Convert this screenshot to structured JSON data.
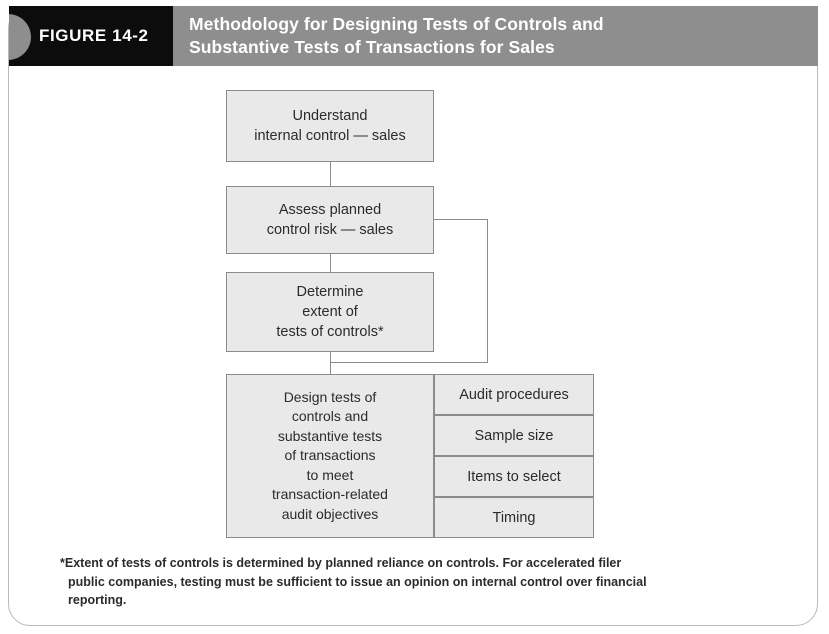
{
  "header": {
    "figure_label": "FIGURE 14-2",
    "title_line1": "Methodology for Designing Tests of Controls and",
    "title_line2": "Substantive Tests of Transactions for Sales",
    "black_bg": "#0c0c0c",
    "gray_bg": "#8e8e8e",
    "text_color": "#ffffff"
  },
  "diagram": {
    "box_fill": "#e9e9e9",
    "box_border": "#8b8b8b",
    "boxes": [
      {
        "id": "understand",
        "lines": [
          "Understand",
          "internal control — sales"
        ]
      },
      {
        "id": "assess",
        "lines": [
          "Assess planned",
          "control risk — sales"
        ]
      },
      {
        "id": "determine",
        "lines": [
          "Determine",
          "extent of",
          "tests of controls*"
        ]
      },
      {
        "id": "design",
        "lines": [
          "Design tests of",
          "controls and",
          "substantive tests",
          "of transactions",
          "to meet",
          "transaction-related",
          "audit objectives"
        ]
      }
    ],
    "right_column": [
      "Audit procedures",
      "Sample size",
      "Items to select",
      "Timing"
    ]
  },
  "footnote": {
    "line1": "*Extent of tests of controls is determined by planned reliance on controls. For accelerated filer",
    "line2": "public companies, testing must be sufficient to issue an opinion on internal control over financial",
    "line3": "reporting."
  }
}
